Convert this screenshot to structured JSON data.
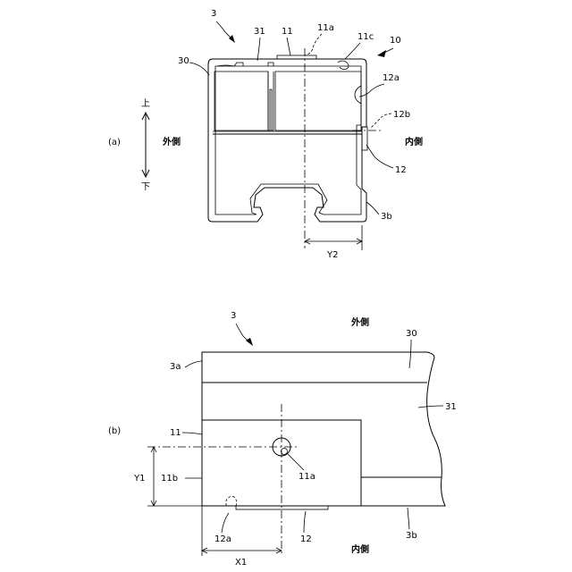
{
  "fig_a": {
    "panel": "(a)",
    "ref_3": "3",
    "ref_31": "31",
    "ref_11": "11",
    "ref_11a": "11a",
    "ref_11c": "11c",
    "ref_10": "10",
    "ref_30": "30",
    "ref_12a": "12a",
    "ref_12b": "12b",
    "ref_12": "12",
    "ref_3b": "3b",
    "up": "上",
    "down": "下",
    "outer": "外側",
    "inner": "内側",
    "dim_y2": "Y2"
  },
  "fig_b": {
    "panel": "(b)",
    "ref_3": "3",
    "outer": "外側",
    "ref_30": "30",
    "ref_3a": "3a",
    "ref_31": "31",
    "ref_11": "11",
    "ref_11a": "11a",
    "ref_11b": "11b",
    "dim_y1": "Y1",
    "ref_12a": "12a",
    "ref_12": "12",
    "inner": "内側",
    "ref_3b": "3b",
    "dim_x1": "X1"
  }
}
